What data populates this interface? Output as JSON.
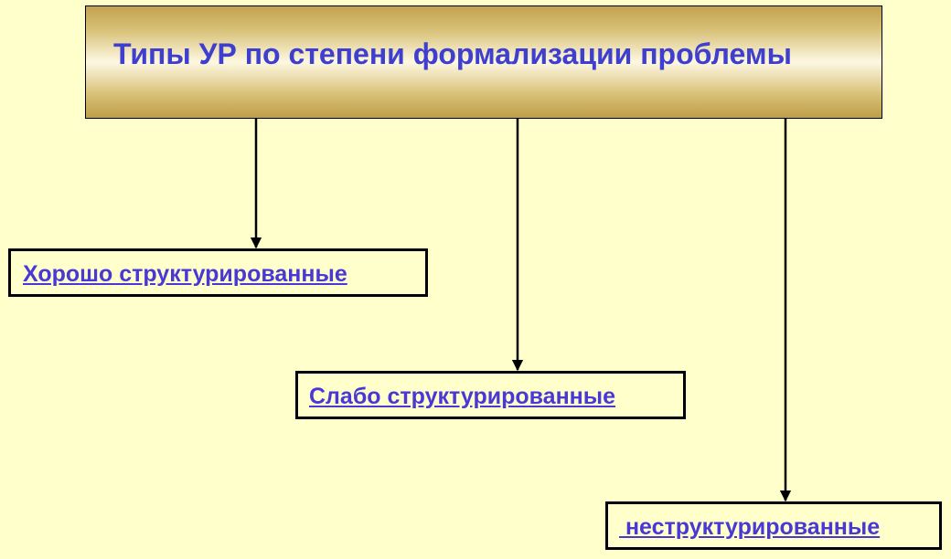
{
  "title": "Типы УР по степени формализации проблемы",
  "nodes": [
    {
      "label": "Хорошо структурированные"
    },
    {
      "label": "Слабо структурированные"
    },
    {
      "label": " неструктурированные"
    }
  ],
  "colors": {
    "background": "#ffffcc",
    "title_text": "#3e3ecf",
    "link_text": "#4a38d6",
    "title_gradient_edge": "#c2a24e",
    "title_gradient_center": "#fdf8e2"
  }
}
